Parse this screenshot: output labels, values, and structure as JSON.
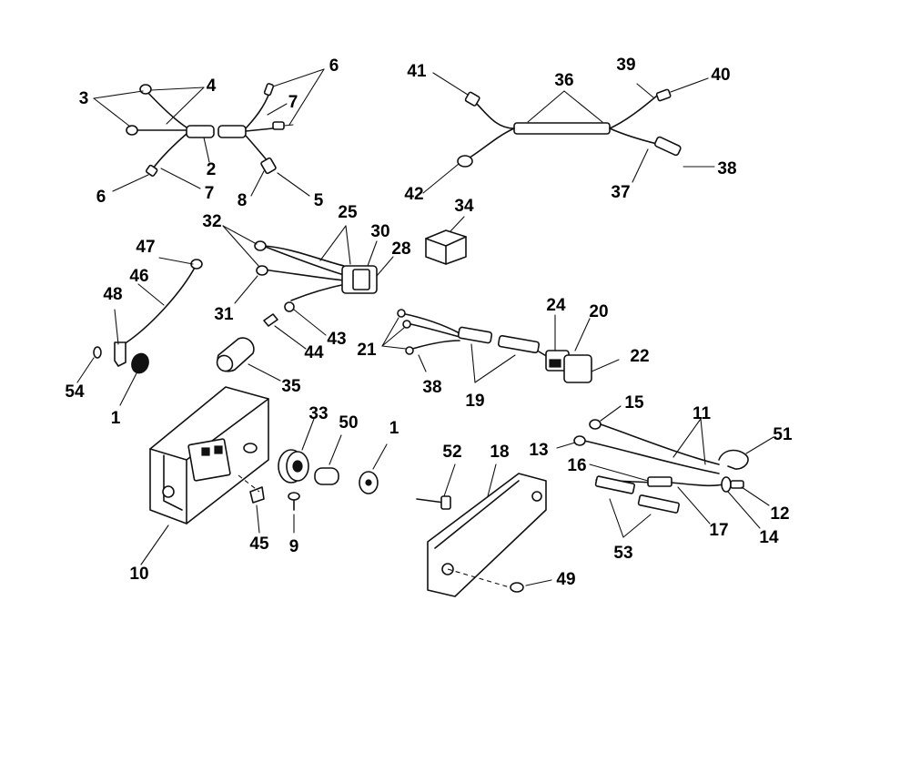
{
  "diagram": {
    "callouts": [
      {
        "id": "c1a",
        "text": "1"
      },
      {
        "id": "c1b",
        "text": "1"
      },
      {
        "id": "c2",
        "text": "2"
      },
      {
        "id": "c3",
        "text": "3"
      },
      {
        "id": "c4",
        "text": "4"
      },
      {
        "id": "c5",
        "text": "5"
      },
      {
        "id": "c6a",
        "text": "6"
      },
      {
        "id": "c6b",
        "text": "6"
      },
      {
        "id": "c7a",
        "text": "7"
      },
      {
        "id": "c7b",
        "text": "7"
      },
      {
        "id": "c8",
        "text": "8"
      },
      {
        "id": "c9",
        "text": "9"
      },
      {
        "id": "c10",
        "text": "10"
      },
      {
        "id": "c11",
        "text": "11"
      },
      {
        "id": "c12",
        "text": "12"
      },
      {
        "id": "c13",
        "text": "13"
      },
      {
        "id": "c14",
        "text": "14"
      },
      {
        "id": "c15",
        "text": "15"
      },
      {
        "id": "c16",
        "text": "16"
      },
      {
        "id": "c17",
        "text": "17"
      },
      {
        "id": "c18",
        "text": "18"
      },
      {
        "id": "c19",
        "text": "19"
      },
      {
        "id": "c20",
        "text": "20"
      },
      {
        "id": "c21",
        "text": "21"
      },
      {
        "id": "c22",
        "text": "22"
      },
      {
        "id": "c24",
        "text": "24"
      },
      {
        "id": "c25",
        "text": "25"
      },
      {
        "id": "c28",
        "text": "28"
      },
      {
        "id": "c30",
        "text": "30"
      },
      {
        "id": "c31",
        "text": "31"
      },
      {
        "id": "c32",
        "text": "32"
      },
      {
        "id": "c33",
        "text": "33"
      },
      {
        "id": "c34",
        "text": "34"
      },
      {
        "id": "c35",
        "text": "35"
      },
      {
        "id": "c36",
        "text": "36"
      },
      {
        "id": "c37",
        "text": "37"
      },
      {
        "id": "c38a",
        "text": "38"
      },
      {
        "id": "c38b",
        "text": "38"
      },
      {
        "id": "c39",
        "text": "39"
      },
      {
        "id": "c40",
        "text": "40"
      },
      {
        "id": "c41",
        "text": "41"
      },
      {
        "id": "c42",
        "text": "42"
      },
      {
        "id": "c43",
        "text": "43"
      },
      {
        "id": "c44",
        "text": "44"
      },
      {
        "id": "c45",
        "text": "45"
      },
      {
        "id": "c46",
        "text": "46"
      },
      {
        "id": "c47",
        "text": "47"
      },
      {
        "id": "c48",
        "text": "48"
      },
      {
        "id": "c49",
        "text": "49"
      },
      {
        "id": "c50",
        "text": "50"
      },
      {
        "id": "c51",
        "text": "51"
      },
      {
        "id": "c52",
        "text": "52"
      },
      {
        "id": "c53",
        "text": "53"
      },
      {
        "id": "c54",
        "text": "54"
      }
    ]
  }
}
